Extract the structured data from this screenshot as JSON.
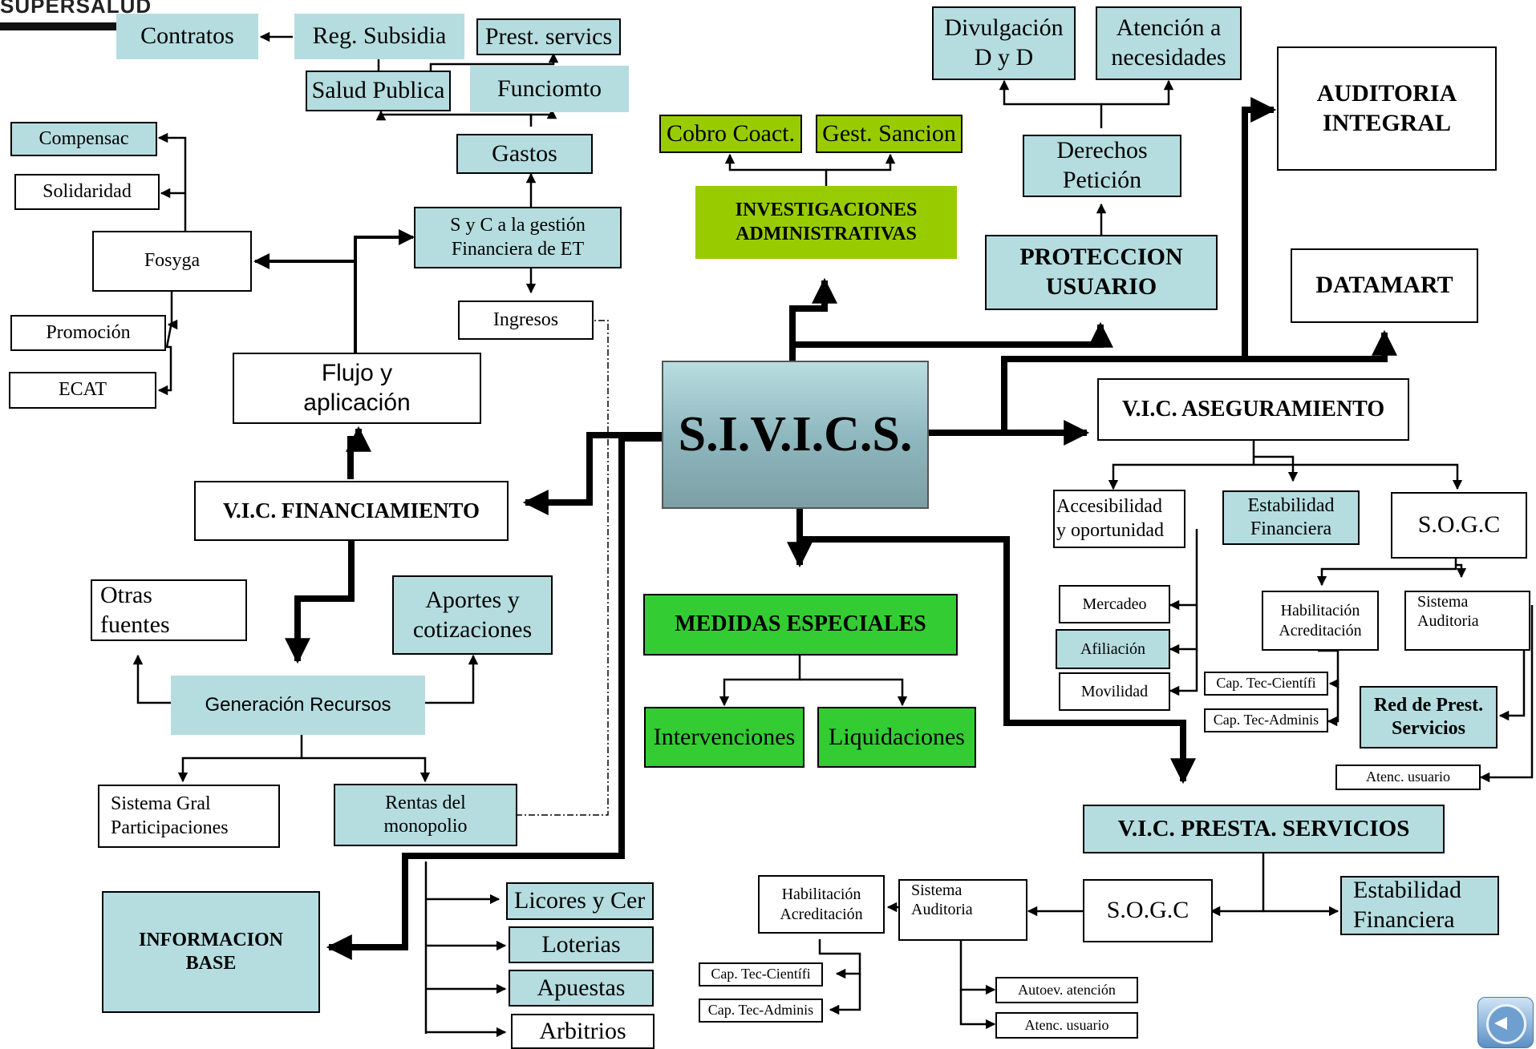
{
  "header": {
    "logo_text": "SUPERSALUD"
  },
  "center": {
    "title": "S.I.V.I.C.S."
  },
  "top_left": {
    "contratos": "Contratos",
    "reg_subsidia": "Reg. Subsidia",
    "prest_servics": "Prest. servics",
    "salud_publica": "Salud Publica",
    "funciomto": "Funciomto",
    "gastos": "Gastos",
    "syc_gestion": "S y C a la gestión\nFinanciera de ET",
    "ingresos": "Ingresos",
    "compensac": "Compensac",
    "solidaridad": "Solidaridad",
    "fosyga": "Fosyga",
    "promocion": "Promoción",
    "ecat": "ECAT",
    "flujo": "Flujo y\naplicación"
  },
  "financiamiento": {
    "title": "V.I.C. FINANCIAMIENTO",
    "otras_fuentes": "Otras\nfuentes",
    "aportes": "Aportes y\ncotizaciones",
    "generacion": "Generación Recursos",
    "sistema_gral": "Sistema Gral\nParticipaciones",
    "rentas": "Rentas del\nmonopolio",
    "informacion_base": "INFORMACION\nBASE",
    "licores": "Licores y Cer",
    "loterias": "Loterias",
    "apuestas": "Apuestas",
    "arbitrios": "Arbitrios"
  },
  "investigaciones": {
    "cobro": "Cobro Coact.",
    "gest_sancion": "Gest. Sancion",
    "title": "INVESTIGACIONES\nADMINISTRATIVAS"
  },
  "medidas": {
    "title": "MEDIDAS ESPECIALES",
    "intervenciones": "Intervenciones",
    "liquidaciones": "Liquidaciones"
  },
  "proteccion": {
    "divulgacion": "Divulgación\nD y D",
    "atencion": "Atención a\nnecesidades",
    "derechos": "Derechos\nPetición",
    "title": "PROTECCION\nUSUARIO"
  },
  "auditoria": {
    "title": "AUDITORIA\nINTEGRAL"
  },
  "datamart": {
    "title": "DATAMART"
  },
  "aseguramiento": {
    "title": "V.I.C. ASEGURAMIENTO",
    "accesibilidad": "Accesibilidad\ny oportunidad",
    "estabilidad": "Estabilidad\nFinanciera",
    "sogc": "S.O.G.C",
    "mercadeo": "Mercadeo",
    "afiliacion": "Afiliación",
    "movilidad": "Movilidad",
    "habilitacion": "Habilitación\nAcreditación",
    "sistema_auditoria": "Sistema\nAuditoria",
    "cap_tec_cientifi": "Cap. Tec-Científi",
    "cap_tec_adminis": "Cap. Tec-Adminis",
    "red_prest": "Red de Prest.\nServicios",
    "atenc_usuario": "Atenc. usuario"
  },
  "presta_servicios": {
    "title": "V.I.C. PRESTA. SERVICIOS",
    "sogc": "S.O.G.C",
    "estabilidad": "Estabilidad\nFinanciera",
    "sistema_auditoria": "Sistema\nAuditoria",
    "habilitacion": "Habilitación\nAcreditación",
    "cap_tec_cientifi": "Cap. Tec-Científi",
    "cap_tec_adminis": "Cap. Tec-Adminis",
    "autoev": "Autoev. atención",
    "atenc_usuario": "Atenc. usuario"
  },
  "colors": {
    "cyan_box": "#b5dde0",
    "lime_box": "#99cc00",
    "green_box": "#33cc33",
    "center_box": "#8fb8bf"
  },
  "icons": {
    "back": "back-arrow-icon"
  }
}
